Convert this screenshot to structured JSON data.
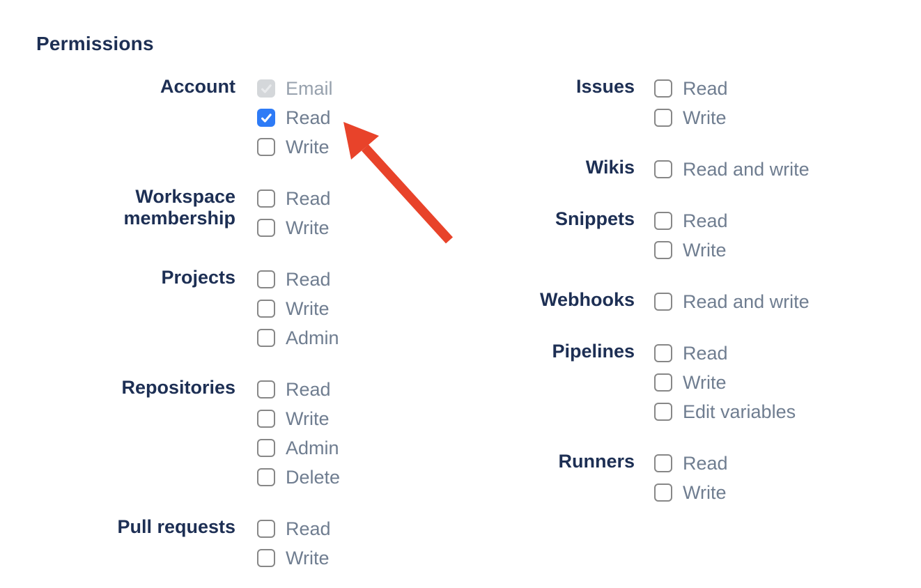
{
  "title": "Permissions",
  "colors": {
    "heading": "#1d2f54",
    "group_label": "#1d2f54",
    "option_label": "#6f7d90",
    "option_label_disabled": "#97a1ad",
    "checkbox_checked": "#2e7bf6",
    "checkbox_disabled_fill": "#d4d7da",
    "checkbox_border": "#878787",
    "arrow": "#e8432a"
  },
  "columns": [
    {
      "name": "left",
      "groups": [
        {
          "label": "Account",
          "options": [
            {
              "label": "Email",
              "checked": true,
              "disabled": true
            },
            {
              "label": "Read",
              "checked": true,
              "disabled": false
            },
            {
              "label": "Write",
              "checked": false,
              "disabled": false
            }
          ]
        },
        {
          "label": "Workspace membership",
          "options": [
            {
              "label": "Read",
              "checked": false,
              "disabled": false
            },
            {
              "label": "Write",
              "checked": false,
              "disabled": false
            }
          ]
        },
        {
          "label": "Projects",
          "options": [
            {
              "label": "Read",
              "checked": false,
              "disabled": false
            },
            {
              "label": "Write",
              "checked": false,
              "disabled": false
            },
            {
              "label": "Admin",
              "checked": false,
              "disabled": false
            }
          ]
        },
        {
          "label": "Repositories",
          "options": [
            {
              "label": "Read",
              "checked": false,
              "disabled": false
            },
            {
              "label": "Write",
              "checked": false,
              "disabled": false
            },
            {
              "label": "Admin",
              "checked": false,
              "disabled": false
            },
            {
              "label": "Delete",
              "checked": false,
              "disabled": false
            }
          ]
        },
        {
          "label": "Pull requests",
          "options": [
            {
              "label": "Read",
              "checked": false,
              "disabled": false
            },
            {
              "label": "Write",
              "checked": false,
              "disabled": false
            }
          ]
        }
      ]
    },
    {
      "name": "right",
      "groups": [
        {
          "label": "Issues",
          "options": [
            {
              "label": "Read",
              "checked": false,
              "disabled": false
            },
            {
              "label": "Write",
              "checked": false,
              "disabled": false
            }
          ]
        },
        {
          "label": "Wikis",
          "options": [
            {
              "label": "Read and write",
              "checked": false,
              "disabled": false
            }
          ]
        },
        {
          "label": "Snippets",
          "options": [
            {
              "label": "Read",
              "checked": false,
              "disabled": false
            },
            {
              "label": "Write",
              "checked": false,
              "disabled": false
            }
          ]
        },
        {
          "label": "Webhooks",
          "options": [
            {
              "label": "Read and write",
              "checked": false,
              "disabled": false
            }
          ]
        },
        {
          "label": "Pipelines",
          "options": [
            {
              "label": "Read",
              "checked": false,
              "disabled": false
            },
            {
              "label": "Write",
              "checked": false,
              "disabled": false
            },
            {
              "label": "Edit variables",
              "checked": false,
              "disabled": false
            }
          ]
        },
        {
          "label": "Runners",
          "options": [
            {
              "label": "Read",
              "checked": false,
              "disabled": false
            },
            {
              "label": "Write",
              "checked": false,
              "disabled": false
            }
          ]
        }
      ]
    }
  ],
  "annotation": {
    "shape": "arrow",
    "points_to": "Account Read checkbox"
  }
}
